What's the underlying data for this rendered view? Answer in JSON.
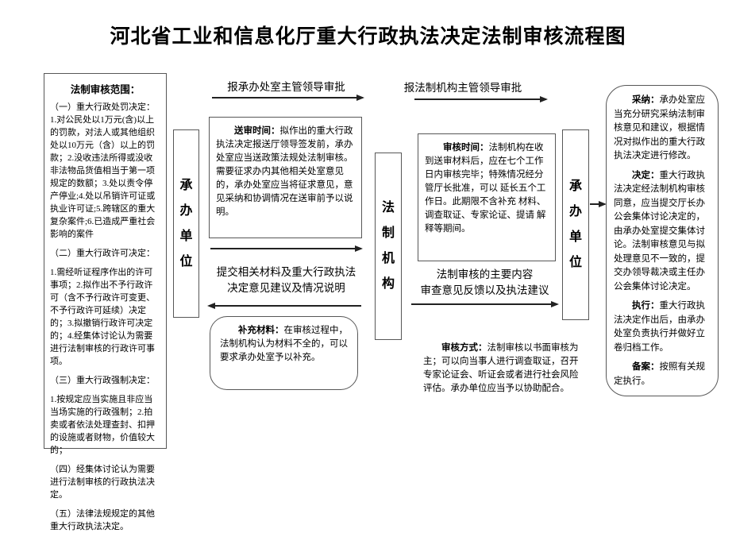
{
  "title": "河北省工业和信息化厅重大行政执法决定法制审核流程图",
  "left_panel": {
    "heading": "法制审核范围：",
    "paragraphs": [
      "（一）重大行政处罚决定：1.对公民处以1万元(含)以上的罚款，对法人或其他组织处以10万元（含）以上的罚款；2.没收违法所得或没收非法物品货值相当于第一项规定的数额；3.处以责令停产停业;4.处以吊销许可证或执业许可证;5.跨辖区的重大复杂案件;6.已造成严重社会影响的案件",
      "（二）重大行政许可决定：",
      "1.需经听证程序作出的许可事项；2.拟作出不予行政许可（含不予行政许可变更、不予行政许可延续）决定的；3.拟撤销行政许可决定的；4.经集体讨论认为需要进行法制审核的行政许可事项。",
      "（三）重大行政强制决定：",
      "1.按规定应当实施且非应当当场实施的行政强制；2.拍卖或者依法处理查封、扣押的设施或者财物，价值较大的；",
      "（四）经集体讨论认为需要进行法制审核的行政执法决定。",
      "（五）法律法规规定的其他重大行政执法决定。"
    ]
  },
  "lanes": {
    "unit1": "承办单位",
    "legal": "法制机构",
    "unit2": "承办单位"
  },
  "flow_labels": {
    "top_left": "报承办处室主管领导审批",
    "top_right": "报法制机构主管领导审批",
    "mid_left_line1": "提交相关材料及重大行政执法",
    "mid_left_line2": "决定意见建议及情况说明",
    "mid_right_line1": "法制审核的主要内容",
    "mid_right_line2": "审查意见反馈以及执法建议"
  },
  "boxes": {
    "submit_time": {
      "label": "送审时间：",
      "text": "拟作出的重大行政执法决定报送厅领导签发前，承办处室应当送政策法规处法制审核。需要征求办内其他相关处室意见的，承办处室应当将征求意见，意见采纳和协调情况在送审前予以说明。"
    },
    "review_time": {
      "label": "审核时间：",
      "text": "法制机构在收到送审材料后，应在七个工作日内审核完毕；特殊情况经分管厅长批准，可以 延长五个工作日。此期限不含补充 材料、调查取证、专家论证、提请 解释等期间。"
    },
    "supplement": {
      "label": "补充材料：",
      "text": "在审核过程中，法制机构认为材料不全的，可以要求承办处室予以补充。"
    },
    "review_method": {
      "label": "审核方式：",
      "text": "法制审核以书面审核为主；可以向当事人进行调查取证，召开专家论证会、听证会或者进行社会风险评估。承办单位应当予以协助配合。"
    }
  },
  "result_panel": {
    "sections": [
      {
        "label": "采纳：",
        "text": "承办处室应当充分研究采纳法制审核意见和建议，根据情况对拟作出的重大行政执法决定进行修改。"
      },
      {
        "label": "决定：",
        "text": "重大行政执法决定经法制机构审核同意，应当提交厅长办公会集体讨论决定的，由承办处室提交集体讨论。法制审核意见与拟处理意见不一致的，提交办领导裁决或主任办公会集体讨论决定。"
      },
      {
        "label": "执行：",
        "text": "重大行政执法决定作出后，由承办处室负责执行并做好立卷归档工作。"
      },
      {
        "label": "备案：",
        "text": "按照有关规定执行。"
      }
    ]
  }
}
